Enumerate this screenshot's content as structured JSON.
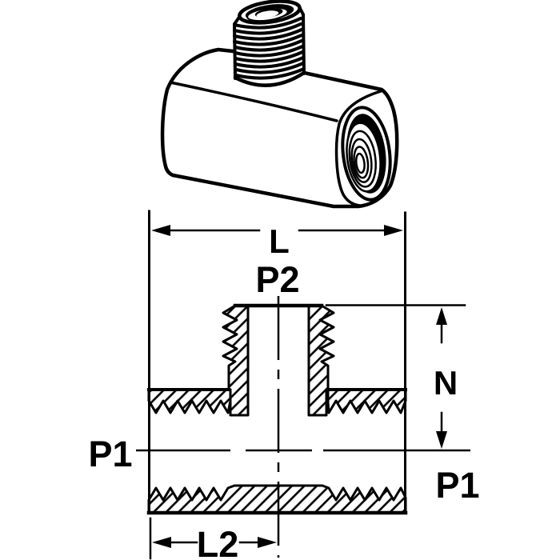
{
  "figure": {
    "type": "technical-drawing",
    "subject": "male branch tee pipe fitting - pictorial view above, dimensioned cross-section below",
    "background_color": "#ffffff",
    "line_color": "#000000"
  },
  "labels": {
    "overall_width": "L",
    "branch_port": "P2",
    "branch_center_height": "N",
    "run_port_left": "P1",
    "run_port_right": "P1",
    "center_to_end": "L2"
  }
}
